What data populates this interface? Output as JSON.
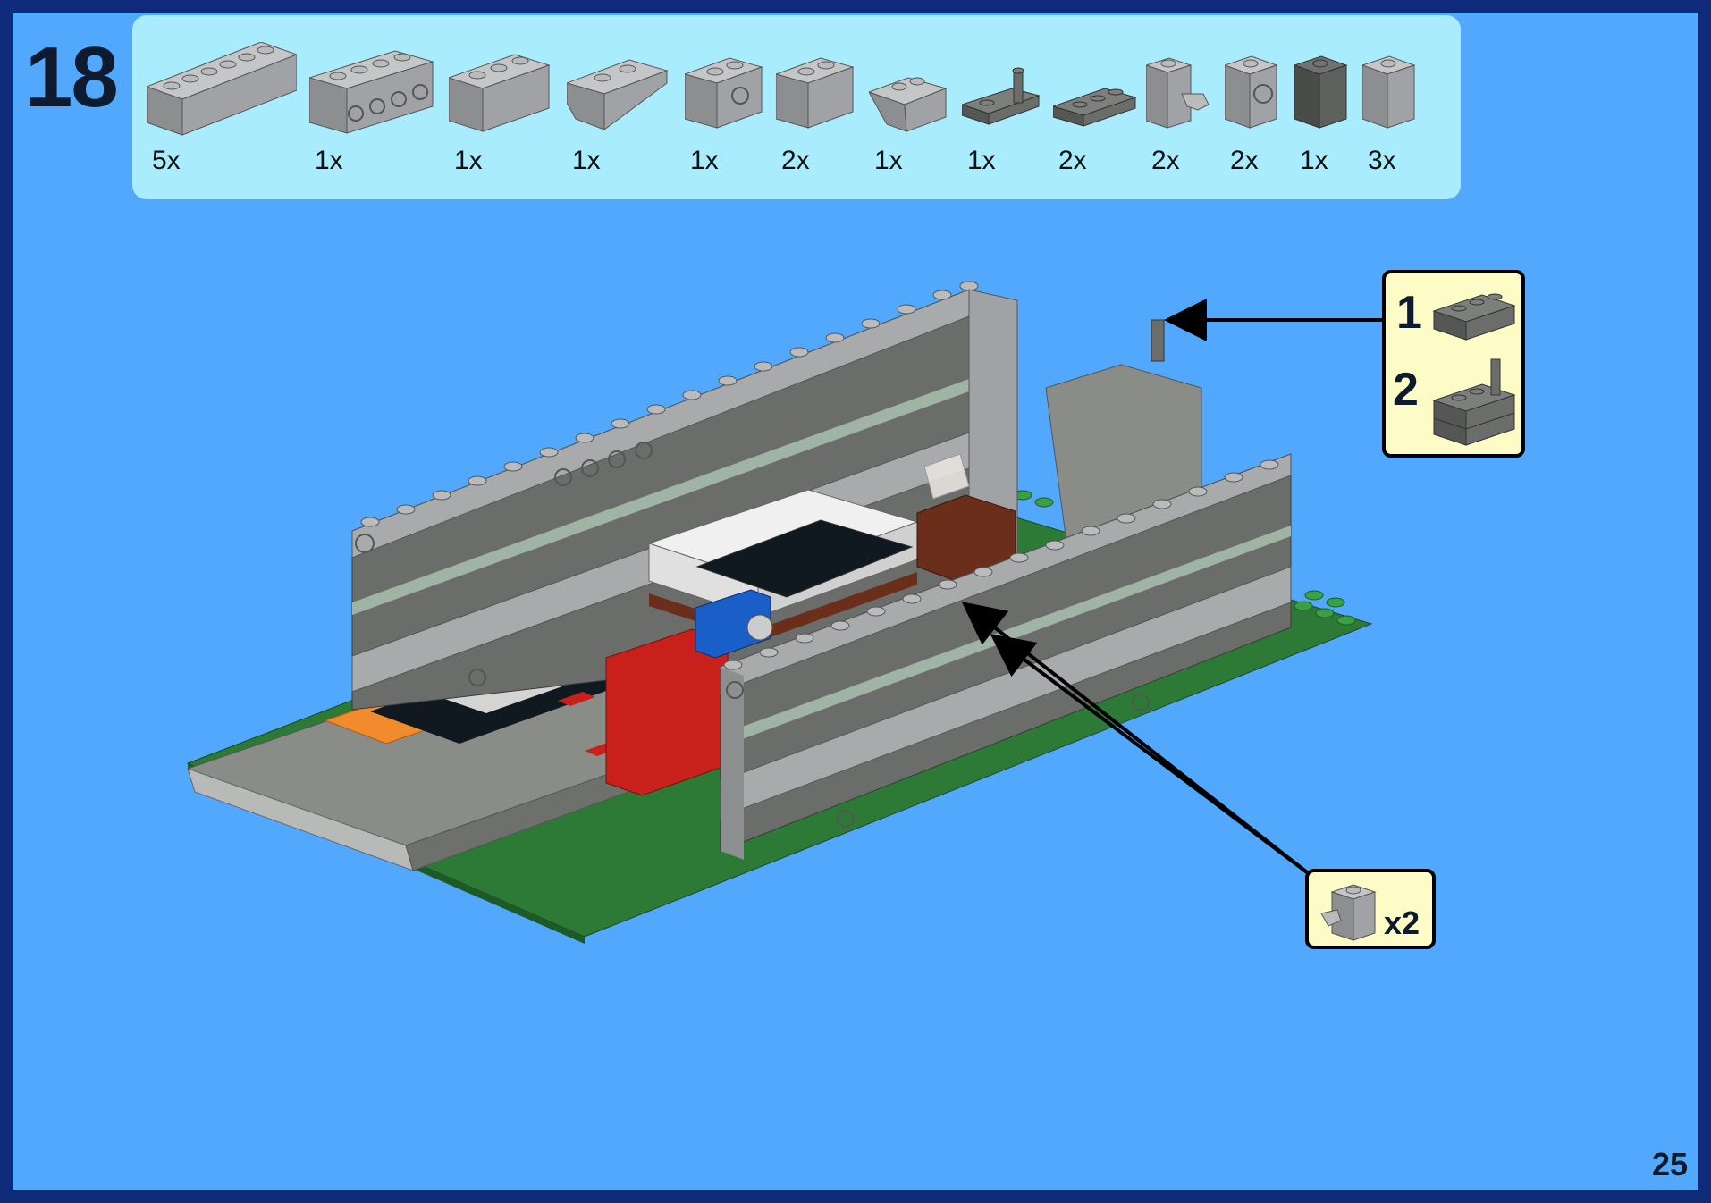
{
  "step": {
    "number": "18"
  },
  "parts": [
    {
      "name": "brick-1x6-light-gray-icon",
      "qty": "5x"
    },
    {
      "name": "technic-brick-1x4-light-gray-icon",
      "qty": "1x"
    },
    {
      "name": "brick-1x3-light-gray-icon",
      "qty": "1x"
    },
    {
      "name": "slope-inverted-light-gray-icon",
      "qty": "1x"
    },
    {
      "name": "technic-brick-1x2-light-gray-icon",
      "qty": "1x"
    },
    {
      "name": "brick-1x2-light-gray-icon",
      "qty": "2x"
    },
    {
      "name": "slope-1x2-light-gray-icon",
      "qty": "1x"
    },
    {
      "name": "plate-with-bar-dark-gray-icon",
      "qty": "1x"
    },
    {
      "name": "plate-1x3-dark-gray-icon",
      "qty": "2x"
    },
    {
      "name": "brick-with-clip-light-gray-icon",
      "qty": "2x"
    },
    {
      "name": "technic-brick-1x1-light-gray-icon",
      "qty": "2x"
    },
    {
      "name": "brick-1x1-dark-gray-icon",
      "qty": "1x"
    },
    {
      "name": "brick-1x1-light-gray-icon",
      "qty": "3x"
    }
  ],
  "callouts": {
    "top": {
      "step1": "1",
      "step2": "2"
    },
    "bottom": {
      "qty": "x2"
    }
  },
  "page": {
    "number": "25"
  },
  "colors": {
    "background": "#52a8fc",
    "border": "#0f2a78",
    "parts_panel": "#a9ecfd",
    "callout": "#fdfbc6",
    "light_gray": "#a0a2a5",
    "dark_gray": "#6b6d6b",
    "red": "#c8211b",
    "blue": "#1a5fc8",
    "brown": "#6b2e1a",
    "green": "#2e8c3c",
    "orange": "#f28a2e"
  }
}
